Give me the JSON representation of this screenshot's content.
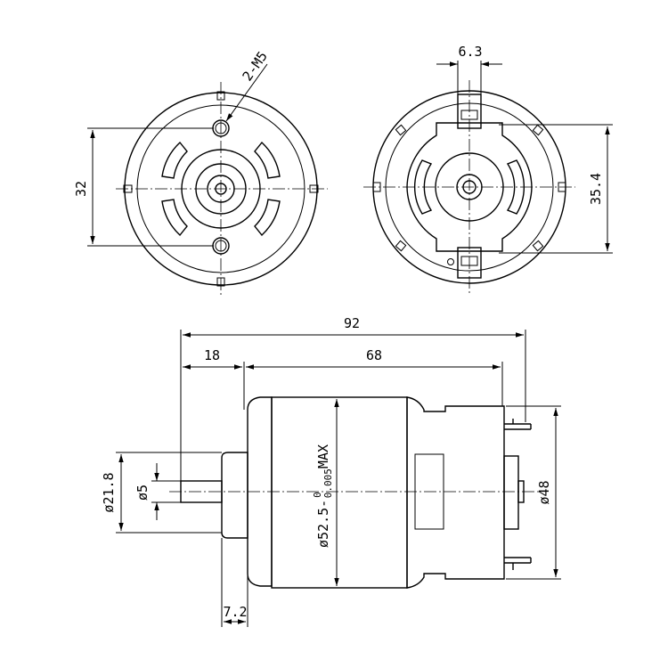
{
  "dimensions": {
    "mount_holes": "2-M5",
    "hole_spacing": "32",
    "terminal_width": "6.3",
    "terminal_spacing": "35.4",
    "overall_length": "92",
    "shaft_length": "18",
    "body_length": "68",
    "boss_diameter": "ø21.8",
    "shaft_diameter": "ø5",
    "body_diameter": {
      "main": "ø52.5-",
      "upper_tol": "0",
      "lower_tol": "0.005",
      "suffix": "MAX"
    },
    "end_cap_diameter": "ø48",
    "boss_length": "7.2"
  }
}
